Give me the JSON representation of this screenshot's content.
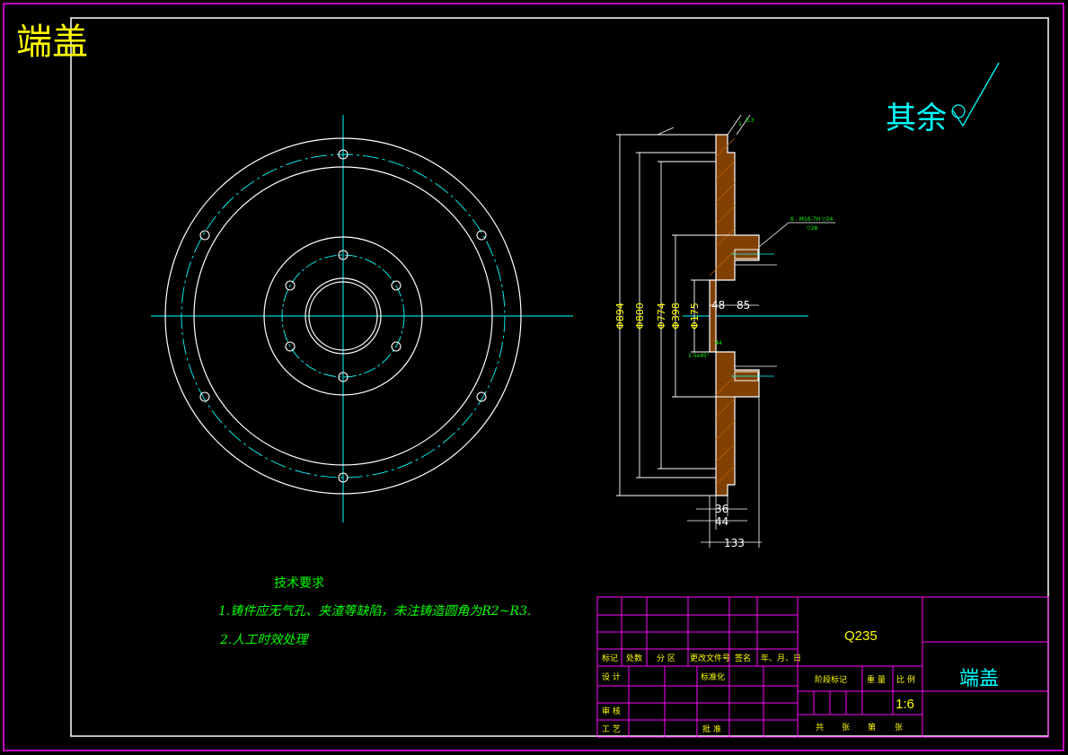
{
  "drawing": {
    "title": "端盖",
    "surface_finish_note": "其余"
  },
  "side_view": {
    "diameters": [
      "Φ894",
      "Φ800",
      "Φ774",
      "Φ398",
      "Φ175"
    ],
    "axial_dims": [
      "48",
      "85"
    ],
    "bottom_dims": [
      "36",
      "44",
      "133"
    ],
    "hole_callout_line1": "6 - M16-7H ▽24",
    "hole_callout_line2": "▽28",
    "small_labels": [
      "1",
      "6.3",
      "44",
      "1.5x45°"
    ]
  },
  "technical_requirements": {
    "heading": "技术要求",
    "items": [
      "1.铸件应无气孔、夹渣等缺陷，未注铸造圆角为R2~R3.",
      "2.人工时效处理"
    ]
  },
  "title_block": {
    "material": "Q235",
    "part_name": "端盖",
    "scale_header": "比 例",
    "scale": "1:6",
    "header_cells": [
      "标记",
      "处数",
      "分 区",
      "更改文件号",
      "签名",
      "年、月、日"
    ],
    "design_label": "设 计",
    "standardization_label": "标准化",
    "check_label": "审 核",
    "process_label": "工 艺",
    "approve_label": "批 准",
    "stage_mark_label": "阶段标记",
    "weight_label": "重 量",
    "sheets_total_label": "共",
    "sheets_label": "张",
    "sheet_num_label": "第",
    "sheet_label": "张"
  },
  "colors": {
    "background": "#000000",
    "outer_border": "#ff00ff",
    "drawing_lines": "#ffffff",
    "center_lines": "#00ffff",
    "dimension_text": "#ffff00",
    "notes_text": "#00ff00",
    "title_block_lines": "#ff00ff"
  }
}
